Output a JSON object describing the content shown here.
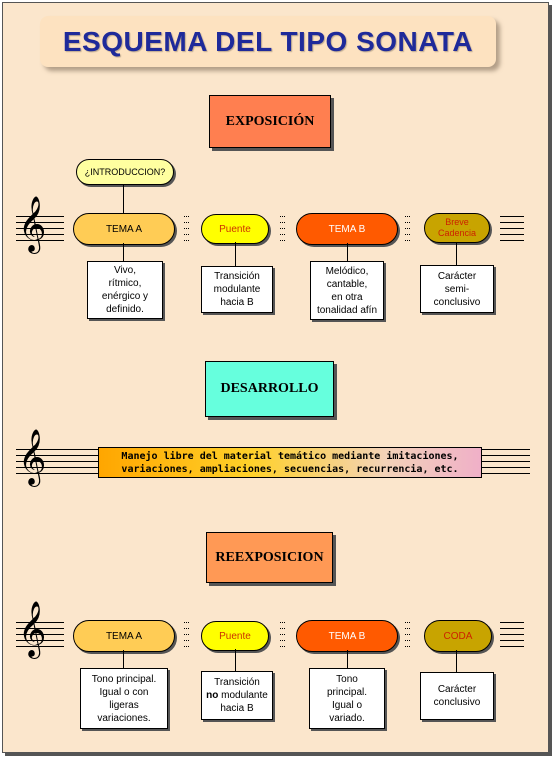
{
  "title": "ESQUEMA DEL TIPO SONATA",
  "clef_symbol": "𝄞",
  "exposicion": {
    "label": "EXPOSICIÓN",
    "introduccion": "¿INTRODUCCION?",
    "tema_a": "TEMA A",
    "puente": "Puente",
    "tema_b": "TEMA B",
    "breve_cadencia": "Breve Cadencia",
    "desc_tema_a": "Vivo,\nrítmico,\nenérgico y\ndefinido.",
    "desc_puente": "Transición\nmodulante\nhacia B",
    "desc_tema_b": "Melódico,\ncantable,\nen otra\ntonalidad afín",
    "desc_cadencia": "Carácter\nsemi-\nconclusivo"
  },
  "desarrollo": {
    "label": "DESARROLLO",
    "text_line1": "Manejo libre del material temático mediante imitaciones,",
    "text_line2": "variaciones, ampliaciones, secuencias, recurrencia, etc."
  },
  "reexposicion": {
    "label": "REEXPOSICION",
    "tema_a": "TEMA A",
    "puente": "Puente",
    "tema_b": "TEMA B",
    "coda": "CODA",
    "desc_tema_a": "Tono principal.\nIgual o con\nligeras\nvariaciones.",
    "desc_puente_pre": "Transición",
    "desc_puente_bold": "no",
    "desc_puente_post": " modulante\nhacia B",
    "desc_tema_b": "Tono\nprincipal.\nIgual o\nvariado.",
    "desc_coda": "Carácter\nconclusivo"
  },
  "colors": {
    "background": "#fbe6cc",
    "title_text": "#1f2a9a",
    "exposicion_box": "#ff7f50",
    "desarrollo_box": "#66ffdd",
    "reexposicion_box": "#ff9955",
    "tema_a": "#ffcc55",
    "puente": "#ffff00",
    "puente_text": "#cc3300",
    "tema_b": "#ff5a00",
    "cadencia": "#c8a400",
    "cadencia_text": "#cc2200",
    "introduccion": "#ffffa0"
  }
}
